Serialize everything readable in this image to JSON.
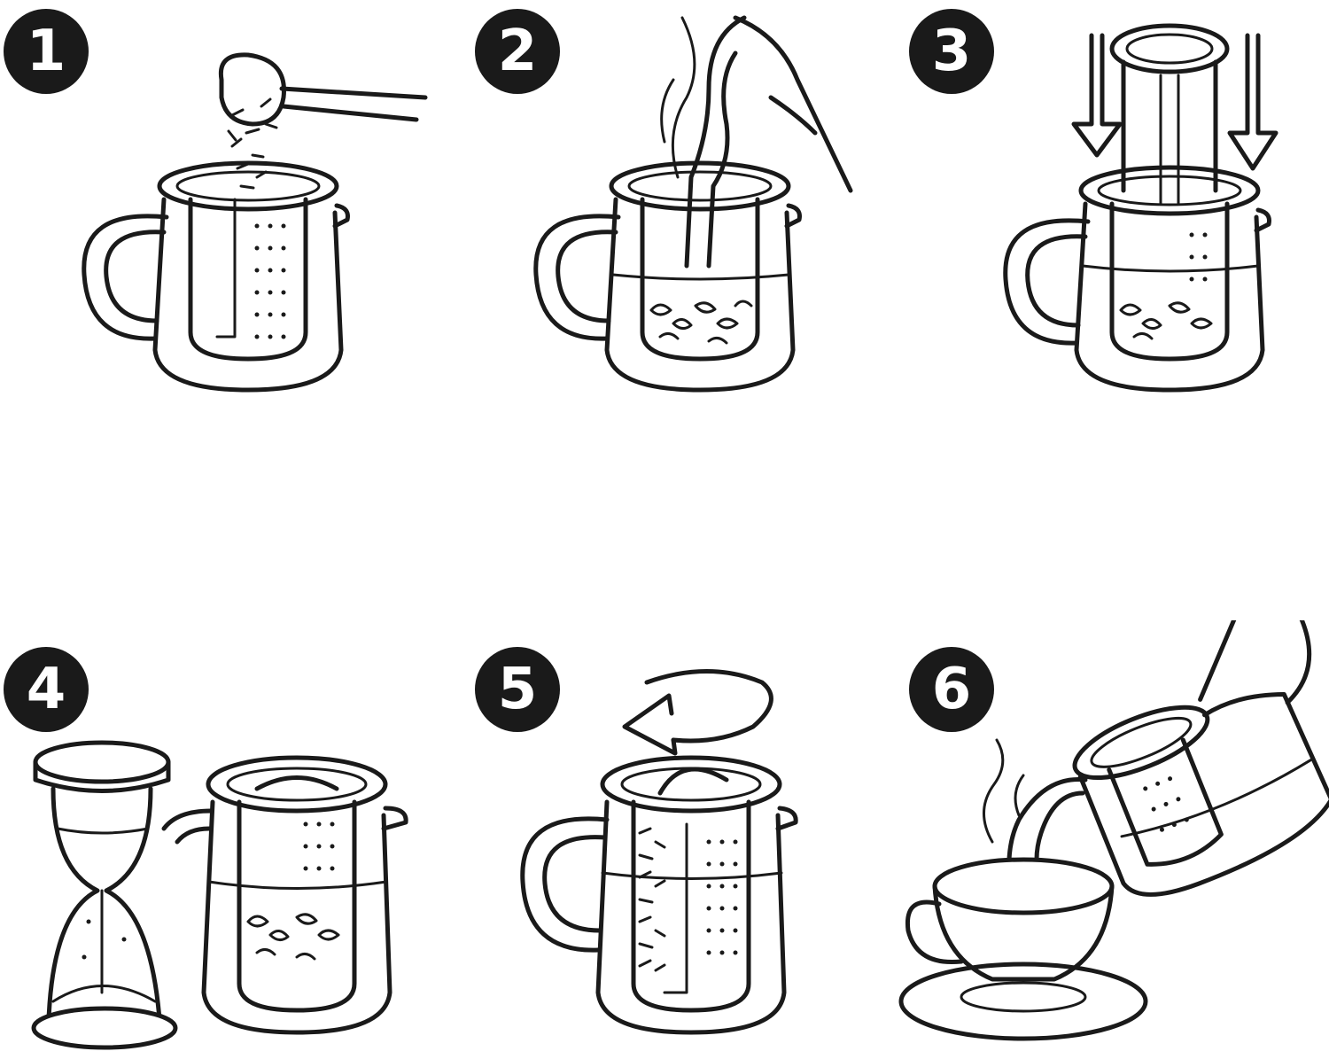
{
  "steps": [
    {
      "number": "1",
      "icon": "scoop-tea-leaves-icon"
    },
    {
      "number": "2",
      "icon": "pour-hot-water-icon"
    },
    {
      "number": "3",
      "icon": "insert-plunger-icon"
    },
    {
      "number": "4",
      "icon": "hourglass-steep-icon"
    },
    {
      "number": "5",
      "icon": "twist-lid-icon"
    },
    {
      "number": "6",
      "icon": "pour-tea-into-cup-icon"
    }
  ],
  "colors": {
    "ink": "#1a1a1a",
    "background": "#ffffff"
  }
}
